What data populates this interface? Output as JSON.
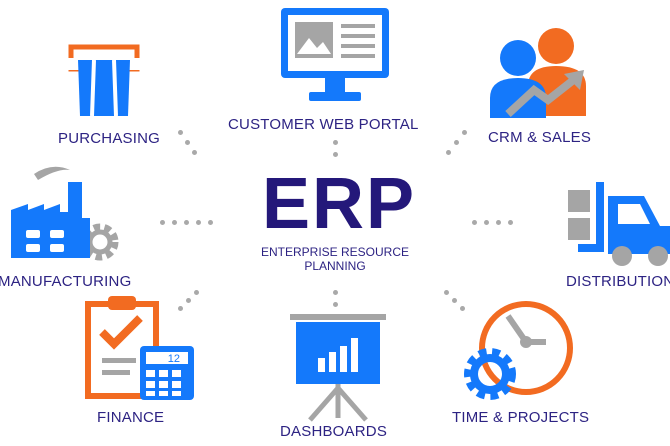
{
  "center": {
    "title": "ERP",
    "subtitle": "ENTERPRISE RESOURCE PLANNING"
  },
  "modules": [
    {
      "label": "PURCHASING",
      "icon": "credit-card-slot-icon"
    },
    {
      "label": "CUSTOMER WEB PORTAL",
      "icon": "monitor-icon"
    },
    {
      "label": "CRM & SALES",
      "icon": "people-growth-icon"
    },
    {
      "label": "MANUFACTURING",
      "icon": "factory-icon"
    },
    {
      "label": "DISTRIBUTION",
      "icon": "forklift-icon"
    },
    {
      "label": "FINANCE",
      "icon": "clipboard-calculator-icon"
    },
    {
      "label": "DASHBOARDS",
      "icon": "presentation-board-icon"
    },
    {
      "label": "TIME & PROJECTS",
      "icon": "clock-gear-icon"
    }
  ],
  "finance_calc_display": "12",
  "colors": {
    "blue": "#1479fb",
    "orange": "#f26b21",
    "gray": "#a5a5a5",
    "navy": "#24187a"
  }
}
